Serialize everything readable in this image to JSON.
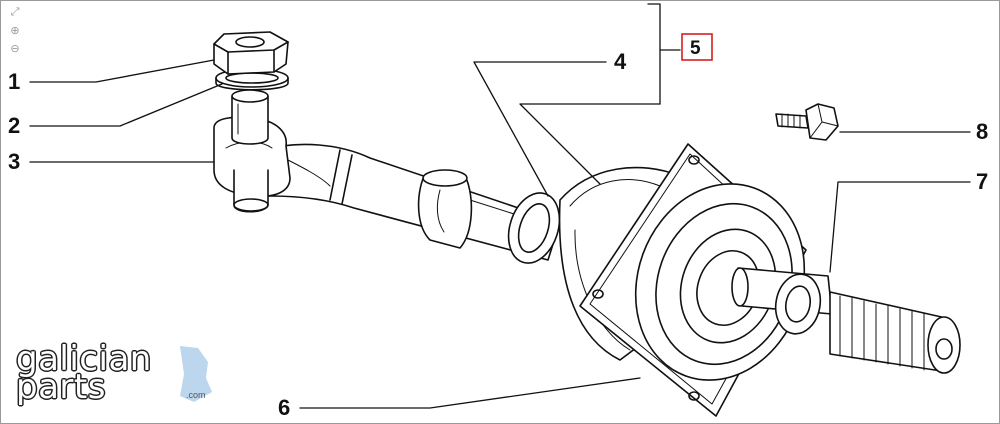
{
  "controls": [
    {
      "name": "fit-page-icon",
      "glyph": "⤢"
    },
    {
      "name": "zoom-in-icon",
      "glyph": "⊕"
    },
    {
      "name": "zoom-out-icon",
      "glyph": "⊖"
    }
  ],
  "callouts": {
    "c1": "1",
    "c2": "2",
    "c3": "3",
    "c4": "4",
    "c6": "6",
    "c7": "7",
    "c8": "8"
  },
  "reference_box": {
    "label": "5",
    "border_color": "#d42020"
  },
  "logo": {
    "line1": "galician",
    "line2": "parts",
    "suffix": ".com",
    "accent_color": "#bcd6ee"
  }
}
